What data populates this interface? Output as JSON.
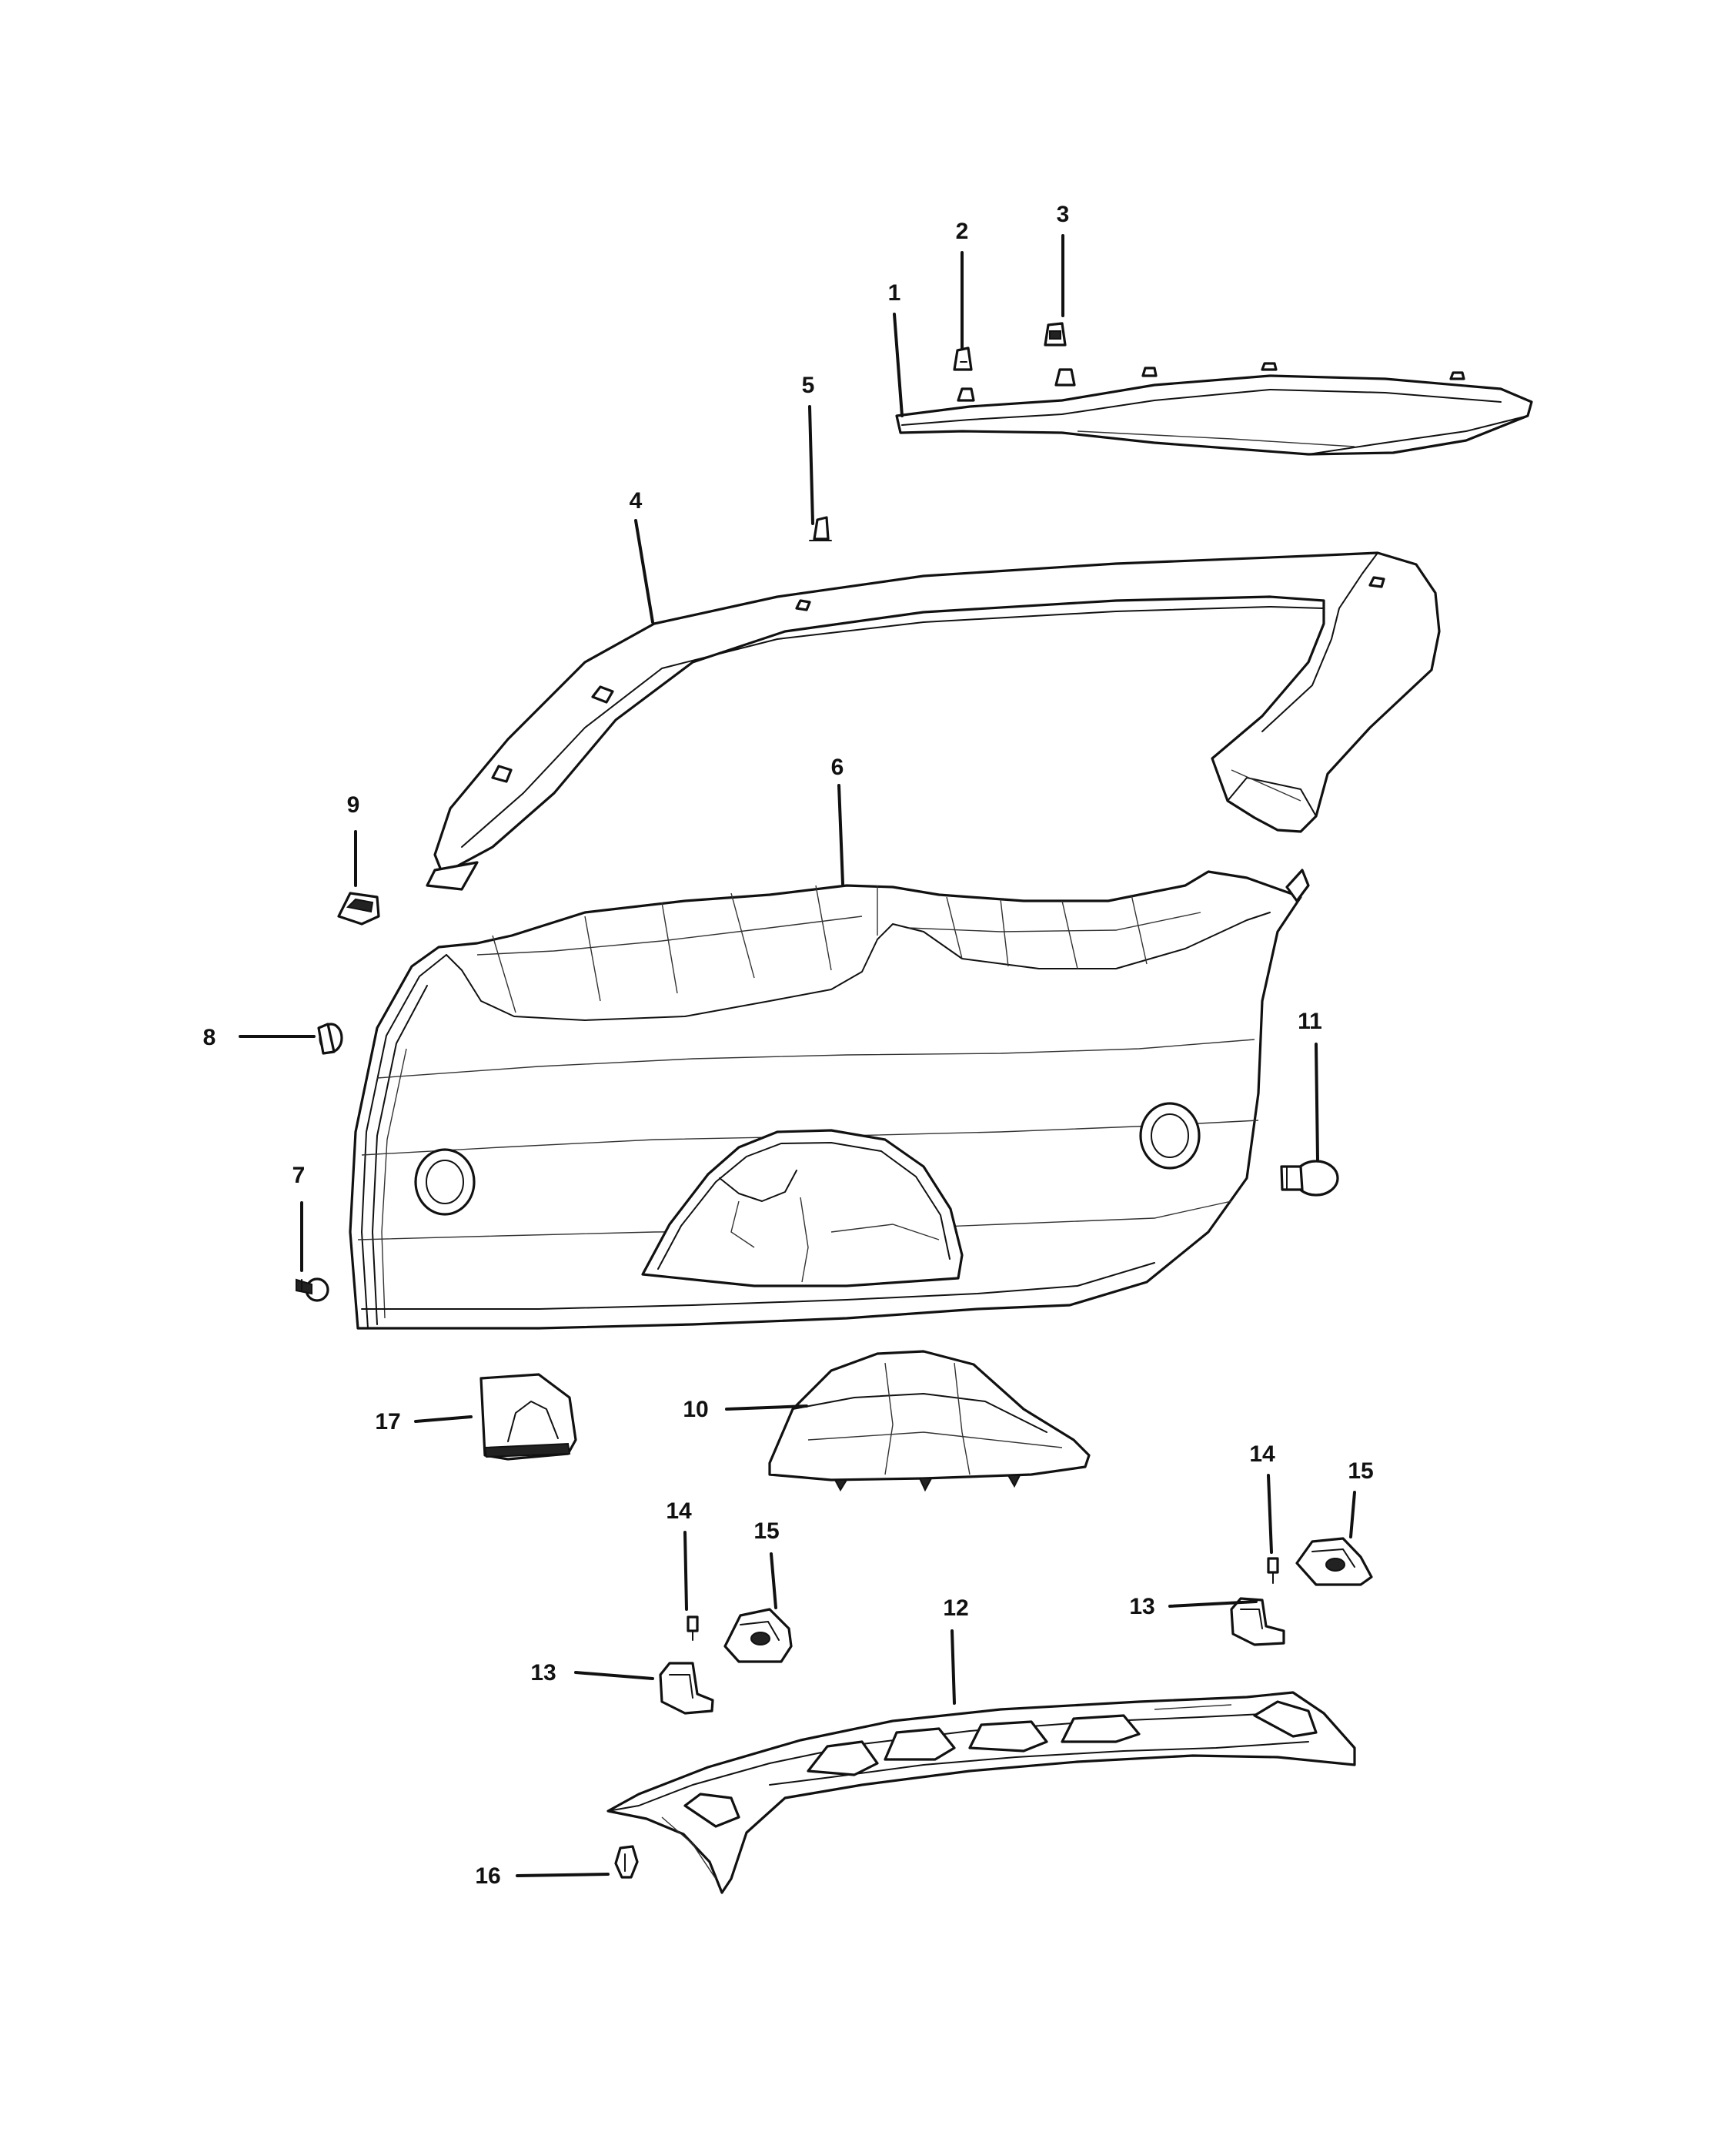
{
  "diagram": {
    "callouts": [
      {
        "id": "c1",
        "label": "1"
      },
      {
        "id": "c2",
        "label": "2"
      },
      {
        "id": "c3",
        "label": "3"
      },
      {
        "id": "c4",
        "label": "4"
      },
      {
        "id": "c5",
        "label": "5"
      },
      {
        "id": "c6",
        "label": "6"
      },
      {
        "id": "c7",
        "label": "7"
      },
      {
        "id": "c8",
        "label": "8"
      },
      {
        "id": "c9",
        "label": "9"
      },
      {
        "id": "c10",
        "label": "10"
      },
      {
        "id": "c11",
        "label": "11"
      },
      {
        "id": "c12",
        "label": "12"
      },
      {
        "id": "c13a",
        "label": "13"
      },
      {
        "id": "c13b",
        "label": "13"
      },
      {
        "id": "c14a",
        "label": "14"
      },
      {
        "id": "c14b",
        "label": "14"
      },
      {
        "id": "c15a",
        "label": "15"
      },
      {
        "id": "c15b",
        "label": "15"
      },
      {
        "id": "c16",
        "label": "16"
      },
      {
        "id": "c17",
        "label": "17"
      }
    ]
  }
}
